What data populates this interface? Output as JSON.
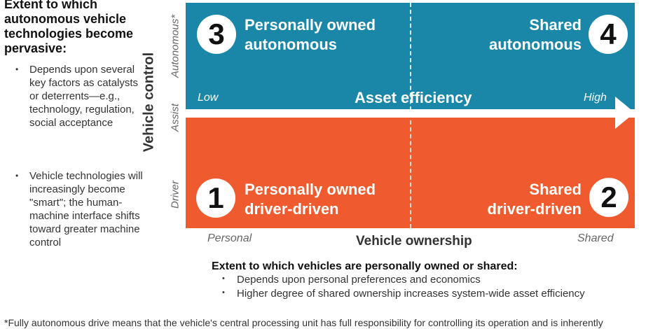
{
  "left_panel": {
    "heading": "Extent to which autonomous vehicle technologies become pervasive:",
    "bullets": [
      "Depends upon several key factors as catalysts or deterrents—e.g., technology, regulation, social acceptance",
      "Vehicle technologies will increasingly become \"smart\"; the human-machine interface shifts toward greater machine control"
    ]
  },
  "vertical_axis": {
    "title": "Vehicle control",
    "levels": [
      "Autonomous*",
      "Assist",
      "Driver"
    ]
  },
  "quadrants": [
    {
      "number": "3",
      "title_line1": "Personally owned",
      "title_line2": "autonomous"
    },
    {
      "number": "4",
      "title_line1": "Shared",
      "title_line2": "autonomous"
    },
    {
      "number": "1",
      "title_line1": "Personally owned",
      "title_line2": "driver-driven"
    },
    {
      "number": "2",
      "title_line1": "Shared",
      "title_line2": "driver-driven"
    }
  ],
  "asset_efficiency": {
    "title": "Asset efficiency",
    "low": "Low",
    "high": "High"
  },
  "horizontal_axis": {
    "title": "Vehicle ownership",
    "left": "Personal",
    "right": "Shared"
  },
  "ownership_note": {
    "heading": "Extent to which vehicles are personally owned or shared:",
    "bullets": [
      "Depends upon personal preferences and economics",
      "Higher degree of shared ownership increases system-wide asset efficiency"
    ]
  },
  "footnote": "*Fully autonomous drive means that the vehicle's central processing unit has full responsibility for controlling its operation and is inherently",
  "colors": {
    "top_quadrants": "#1a87a8",
    "bottom_quadrants": "#ef5a2e",
    "arrow": "#ffffff"
  }
}
